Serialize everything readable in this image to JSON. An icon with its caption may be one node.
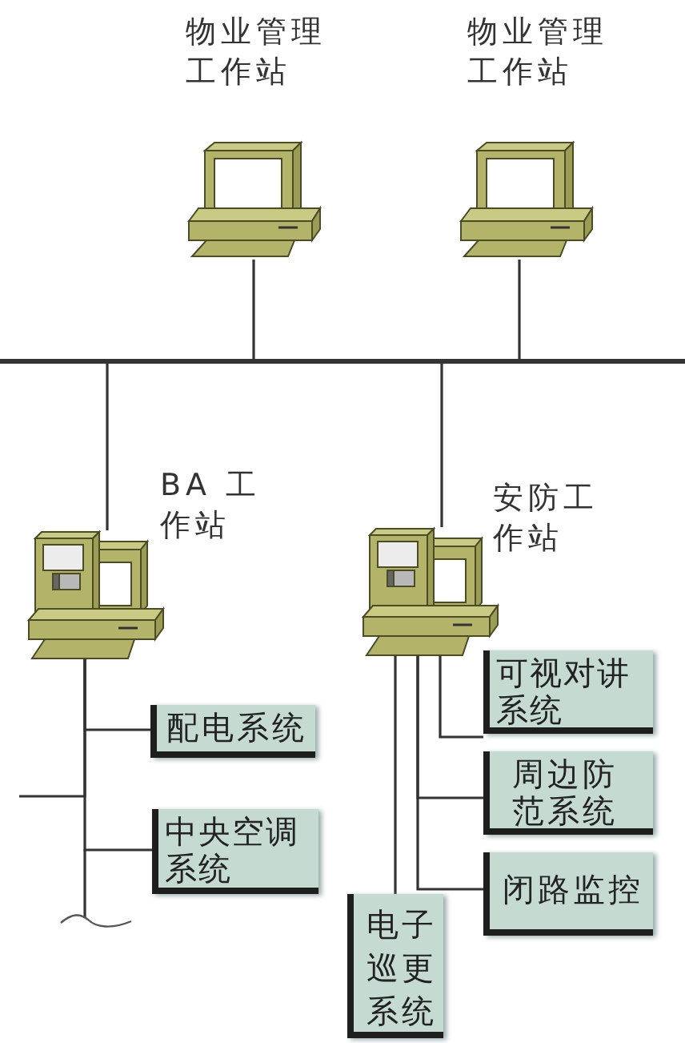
{
  "diagram": {
    "nodes": [
      {
        "text": [
          "物业管理工作站"
        ]
      },
      {
        "text": [
          "物业管理工作站"
        ]
      },
      {
        "text": [],
        "shape": "bar"
      },
      {
        "text": [
          "BA 工作站"
        ]
      },
      {
        "text": [
          "安防工作站"
        ]
      },
      {
        "text": [
          "配电系统"
        ]
      },
      {
        "text": [
          "中央空调系统"
        ]
      },
      {
        "text": [
          "可视对讲系统"
        ]
      },
      {
        "text": [
          "周边防范系统"
        ]
      },
      {
        "text": [
          "闭路监控"
        ]
      },
      {
        "text": [
          "电子巡更系统"
        ]
      }
    ],
    "edges": [
      {
        "from": 0,
        "to": 2,
        "arrow": "none"
      },
      {
        "from": 1,
        "to": 2,
        "arrow": "none"
      },
      {
        "from": 2,
        "to": 3,
        "arrow": "none"
      },
      {
        "from": 2,
        "to": 4,
        "arrow": "none"
      },
      {
        "from": 3,
        "to": null,
        "arrow": "none"
      },
      {
        "from": 3,
        "to": 5,
        "arrow": "none"
      },
      {
        "from": 3,
        "to": 6,
        "arrow": "none"
      },
      {
        "from": 4,
        "to": 7,
        "arrow": "none"
      },
      {
        "from": 4,
        "to": 8,
        "arrow": "none"
      },
      {
        "from": 4,
        "to": 9,
        "arrow": "none"
      },
      {
        "from": 4,
        "to": 10,
        "arrow": "none"
      }
    ]
  }
}
